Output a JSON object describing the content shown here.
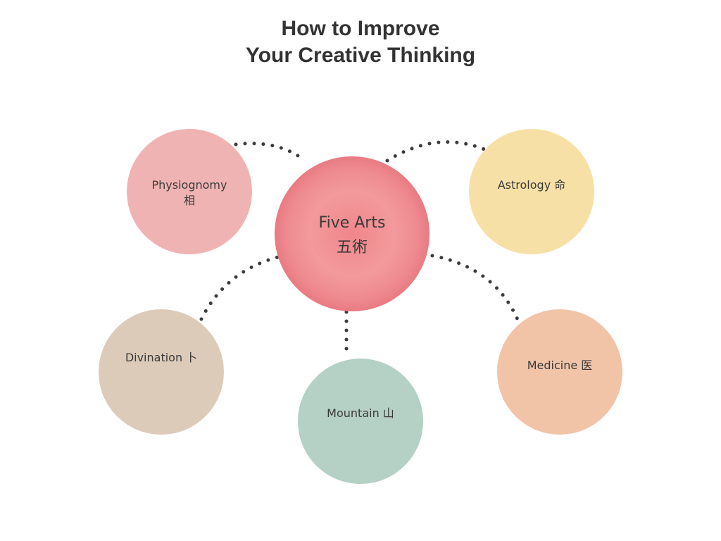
{
  "title": {
    "line1": "How to Improve",
    "line2": "Your Creative Thinking"
  },
  "center": {
    "line1": "Five Arts",
    "line2": "五術",
    "color": "#f0868b"
  },
  "nodes": [
    {
      "line1": "Physiognomy",
      "line2": "相",
      "color": "#f0b3b3"
    },
    {
      "line1": "Astrology 命",
      "color": "#f7e0a6"
    },
    {
      "line1": "Divination 卜",
      "color": "#dccbb9"
    },
    {
      "line1": "Mountain 山",
      "color": "#b5d0c5"
    },
    {
      "line1": "Medicine 医",
      "color": "#f1c4a8"
    }
  ]
}
